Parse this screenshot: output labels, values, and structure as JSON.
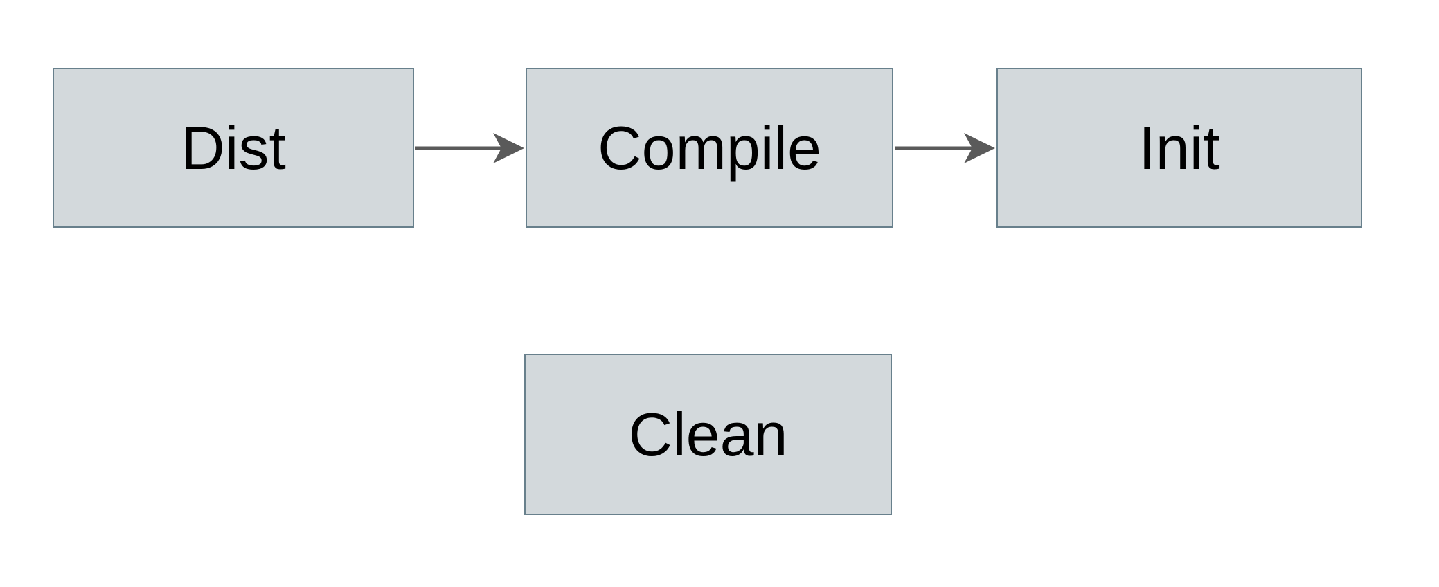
{
  "diagram": {
    "title": "build-targets-flow",
    "nodes": [
      {
        "id": "dist",
        "label": "Dist"
      },
      {
        "id": "compile",
        "label": "Compile"
      },
      {
        "id": "init",
        "label": "Init"
      },
      {
        "id": "clean",
        "label": "Clean"
      }
    ],
    "edges": [
      {
        "from": "Dist",
        "to": "Compile"
      },
      {
        "from": "Compile",
        "to": "Init"
      }
    ],
    "colors": {
      "node_fill": "#d3d9dc",
      "node_border": "#68808c",
      "arrow": "#5a5a5a",
      "text": "#000000",
      "background": "#ffffff"
    }
  }
}
